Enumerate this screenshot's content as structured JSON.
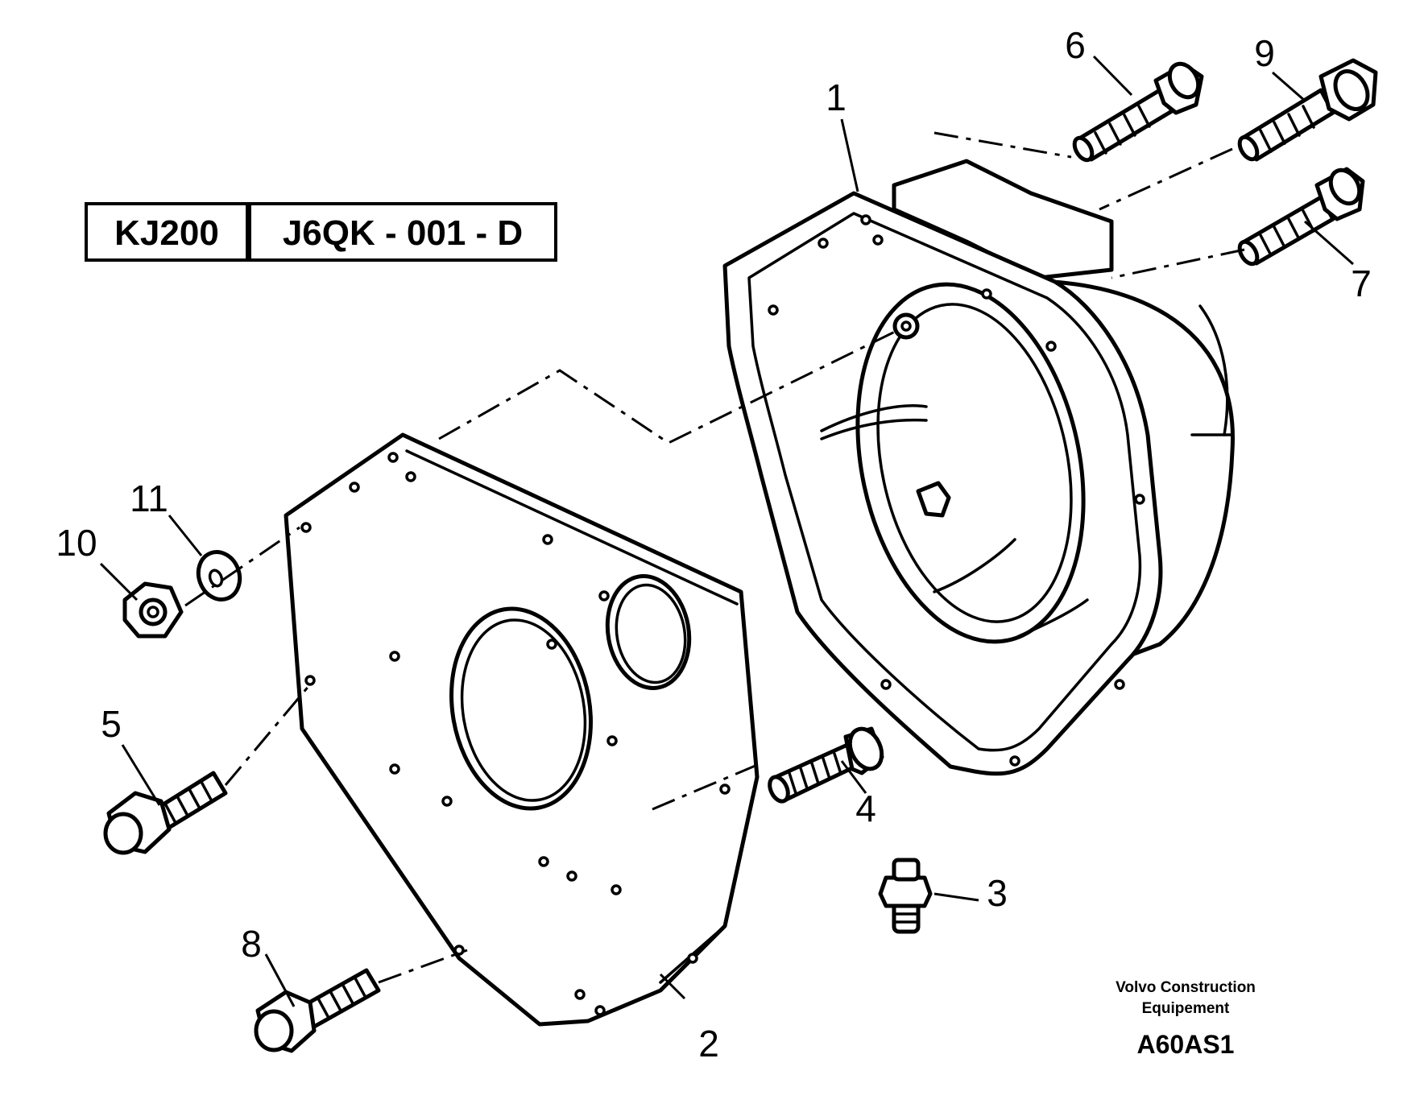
{
  "code_box": {
    "model": "KJ200",
    "drawing_code": "J6QK - 001 - D"
  },
  "callouts": [
    "1",
    "2",
    "3",
    "4",
    "5",
    "6",
    "7",
    "8",
    "9",
    "10",
    "11"
  ],
  "footer": {
    "company_line1": "Volvo Construction",
    "company_line2": "Equipement",
    "reference": "A60AS1"
  }
}
